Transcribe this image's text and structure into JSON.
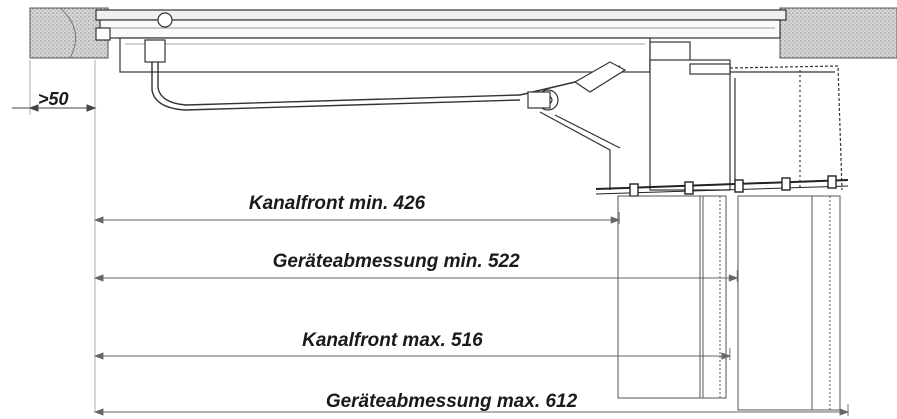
{
  "drawing": {
    "gap_label": ">50",
    "dimensions": [
      {
        "label": "Kanalfront min. 426",
        "value": 426
      },
      {
        "label": "Geräteabmessung min. 522",
        "value": 522
      },
      {
        "label": "Kanalfront max. 516",
        "value": 516
      },
      {
        "label": "Geräteabmessung max. 612",
        "value": 612
      }
    ]
  }
}
